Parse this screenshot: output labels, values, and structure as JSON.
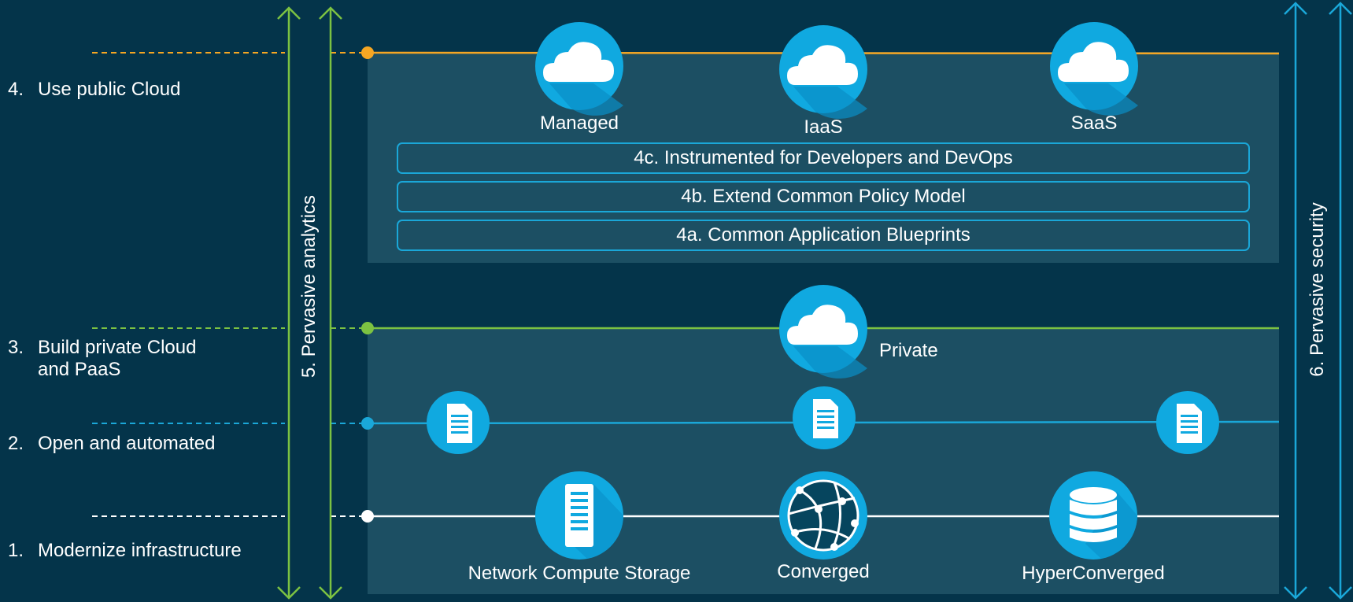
{
  "steps": [
    {
      "num": "4.",
      "line1": "Use public Cloud",
      "line2": ""
    },
    {
      "num": "3.",
      "line1": "Build private Cloud",
      "line2": "and PaaS"
    },
    {
      "num": "2.",
      "line1": "Open and automated",
      "line2": ""
    },
    {
      "num": "1.",
      "line1": "Modernize infrastructure",
      "line2": ""
    }
  ],
  "public_cloud": {
    "nodes": [
      "Managed",
      "IaaS",
      "SaaS"
    ],
    "bands": [
      "4c. Instrumented for Developers and DevOps",
      "4b. Extend Common Policy Model",
      "4a. Common Application Blueprints"
    ]
  },
  "private_cloud": {
    "label": "Private"
  },
  "infrastructure": {
    "nodes": [
      "Network Compute Storage",
      "Converged",
      "HyperConverged"
    ]
  },
  "vertical_labels": {
    "analytics": "5. Pervasive analytics",
    "security": "6. Pervasive security"
  },
  "colors": {
    "background": "#04344a",
    "panel": "#1c4f63",
    "layer4": "#f5a623",
    "layer3": "#7cc242",
    "layer2": "#1aa7d8",
    "layer1": "#ffffff",
    "analytics_arrow": "#7cc242",
    "security_arrow": "#1aa7d8",
    "icon_circle": "#10a9e0"
  },
  "icons": {
    "cloud": "cloud-icon",
    "document": "document-icon",
    "server": "server-icon",
    "globe": "globe-network-icon",
    "database": "database-icon"
  }
}
